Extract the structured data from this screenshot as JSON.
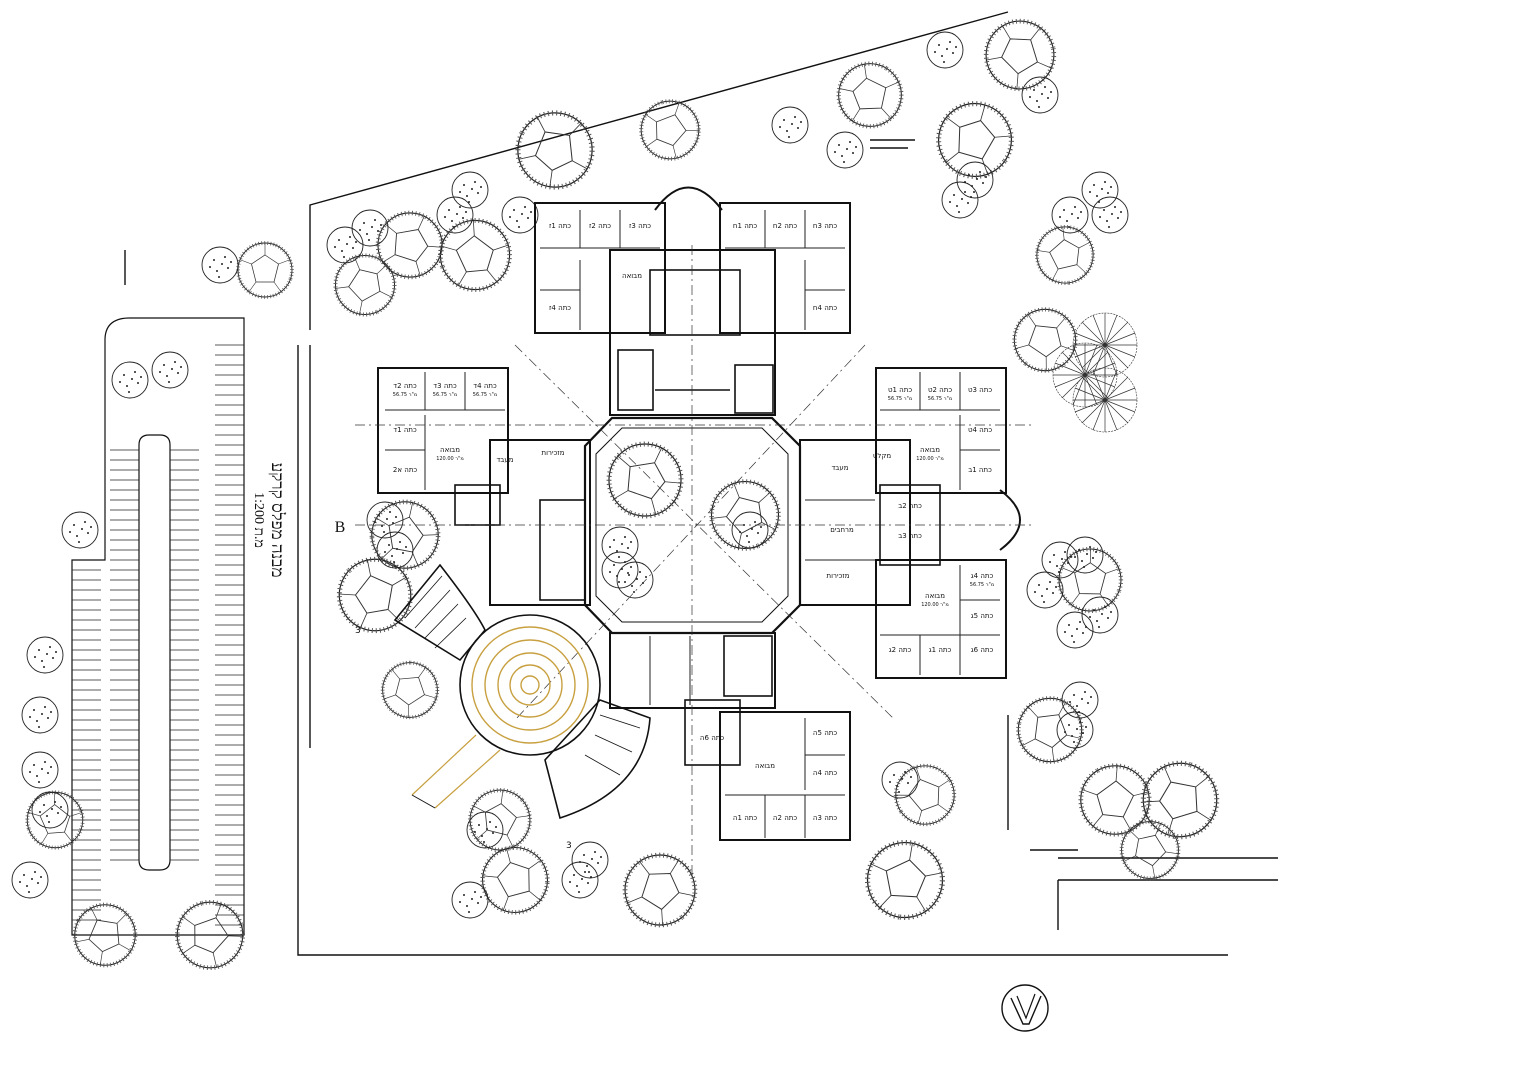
{
  "plan": {
    "title": "מבנה מפלס קרקע",
    "scale": "1:200 מ.ת",
    "section_marker": "B",
    "section_cut_label": "3"
  },
  "rooms": {
    "nw": [
      "כתה 2ד",
      "כתה 3ד",
      "כתה 4ד",
      "כתה 1ד",
      "כתה א2",
      "מבואה",
      "מעבד",
      "מזכירות"
    ],
    "ne": [
      "כתה 1ט",
      "כתה 2ט",
      "כתה 3ט",
      "כתה 4ט",
      "כתה 1ב",
      "מבואה"
    ],
    "e": [
      "כתה 2ב",
      "כתה 3ב",
      "מרחבים",
      "מזכירות",
      "מעבד",
      "מקלט"
    ],
    "se": [
      "כתה 4ג",
      "כתה 5ג",
      "כתה 6ג",
      "כתה 2ג",
      "כתה 1ג",
      "מבואה"
    ],
    "nwing": [
      "כתה 1ז",
      "כתה 2ז",
      "כתה 3ז",
      "כתה 1ח",
      "כתה 2ח",
      "כתה 3ח",
      "כתה 4ז",
      "כתה 4ח",
      "מבואה"
    ],
    "swing": [
      "כתה 1ה",
      "כתה 2ה",
      "כתה 3ה",
      "כתה 4ה",
      "כתה 5ה",
      "כתה 6ה",
      "מבואה"
    ],
    "area_small": "מ\"ר 56.75",
    "area_large": "מ\"ר 120.00"
  },
  "north_arrow": {
    "icon": "north-arrow-icon"
  },
  "colors": {
    "line": "#111111",
    "amphitheatre": "#c8a040",
    "tree": "#222222"
  }
}
